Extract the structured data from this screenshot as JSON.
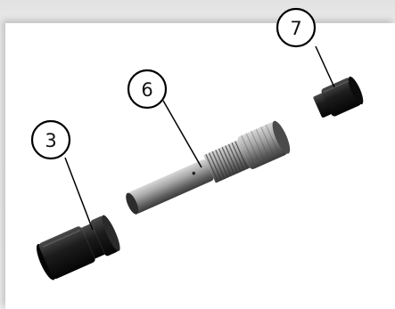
{
  "figure": {
    "background_color": "#ffffff",
    "callouts": [
      {
        "id": "callout-7",
        "label": "7",
        "part": "small-end-cap"
      },
      {
        "id": "callout-6",
        "label": "6",
        "part": "threaded-spindle"
      },
      {
        "id": "callout-3",
        "label": "3",
        "part": "large-end-cap"
      }
    ],
    "part_color": "#1a1a1a",
    "metal_color": "#9a9a9a"
  }
}
